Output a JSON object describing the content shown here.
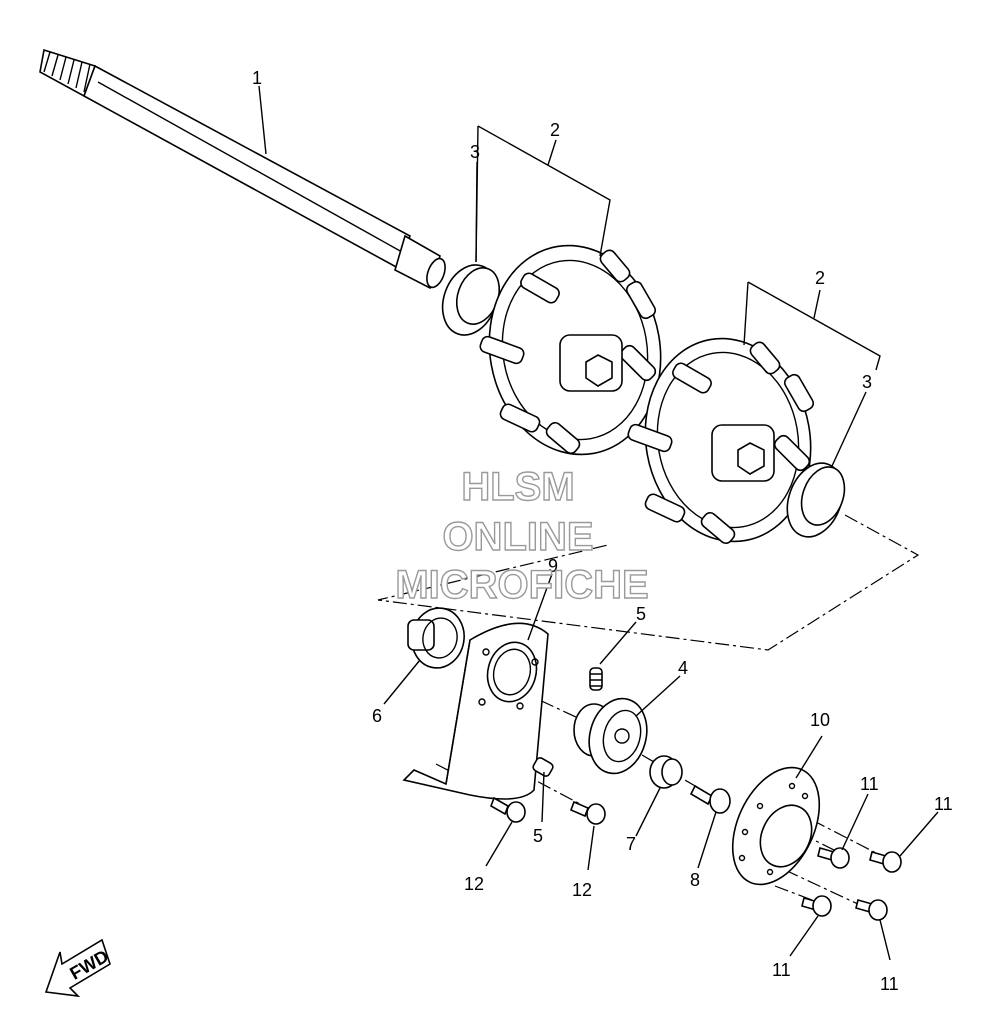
{
  "watermark": {
    "line1": "HLSM",
    "line2": "ONLINE",
    "line3": "MICROFICHE"
  },
  "callouts": [
    {
      "id": "c1",
      "text": "1"
    },
    {
      "id": "c2a",
      "text": "2"
    },
    {
      "id": "c3a",
      "text": "3"
    },
    {
      "id": "c2b",
      "text": "2"
    },
    {
      "id": "c3b",
      "text": "3"
    },
    {
      "id": "c9",
      "text": "9"
    },
    {
      "id": "c5a",
      "text": "5"
    },
    {
      "id": "c4",
      "text": "4"
    },
    {
      "id": "c6",
      "text": "6"
    },
    {
      "id": "c10",
      "text": "10"
    },
    {
      "id": "c11a",
      "text": "11"
    },
    {
      "id": "c11b",
      "text": "11"
    },
    {
      "id": "c5b",
      "text": "5"
    },
    {
      "id": "c7",
      "text": "7"
    },
    {
      "id": "c8",
      "text": "8"
    },
    {
      "id": "c12a",
      "text": "12"
    },
    {
      "id": "c12b",
      "text": "12"
    },
    {
      "id": "c11c",
      "text": "11"
    },
    {
      "id": "c11d",
      "text": "11"
    }
  ],
  "fwd_arrow": {
    "text": "FWD"
  }
}
